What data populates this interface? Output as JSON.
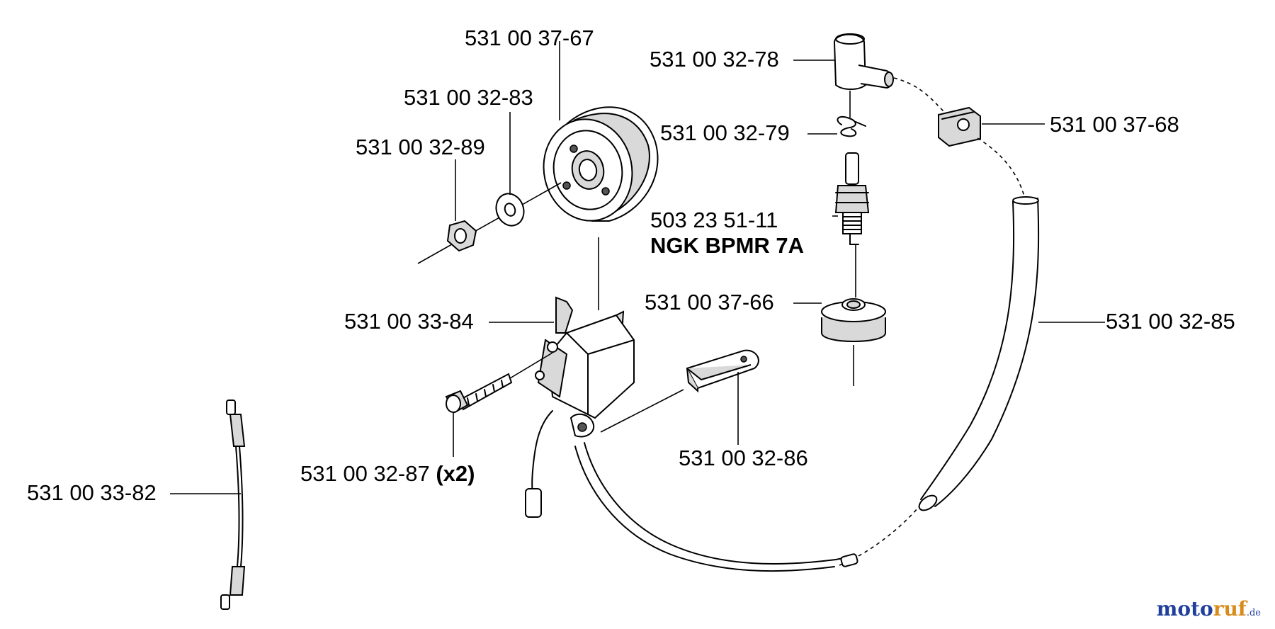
{
  "parts": [
    {
      "id": "flywheel",
      "number": "531 00 37-67"
    },
    {
      "id": "washer",
      "number": "531 00 32-83"
    },
    {
      "id": "nut",
      "number": "531 00 32-89"
    },
    {
      "id": "plug-cap",
      "number": "531 00 32-78"
    },
    {
      "id": "spring",
      "number": "531 00 32-79"
    },
    {
      "id": "spark-plug",
      "number": "503 23 51-11",
      "note": "NGK BPMR 7A"
    },
    {
      "id": "clip",
      "number": "531 00 37-68"
    },
    {
      "id": "boot",
      "number": "531 00 37-66"
    },
    {
      "id": "ignition-coil",
      "number": "531 00 33-84"
    },
    {
      "id": "hose",
      "number": "531 00 32-85"
    },
    {
      "id": "screw",
      "number": "531 00 32-87",
      "qty": "(x2)"
    },
    {
      "id": "shield",
      "number": "531 00 32-86"
    },
    {
      "id": "cable",
      "number": "531 00 33-82"
    }
  ],
  "watermark": {
    "main": "moto",
    "accent": "ruf",
    "suffix": ".de"
  }
}
